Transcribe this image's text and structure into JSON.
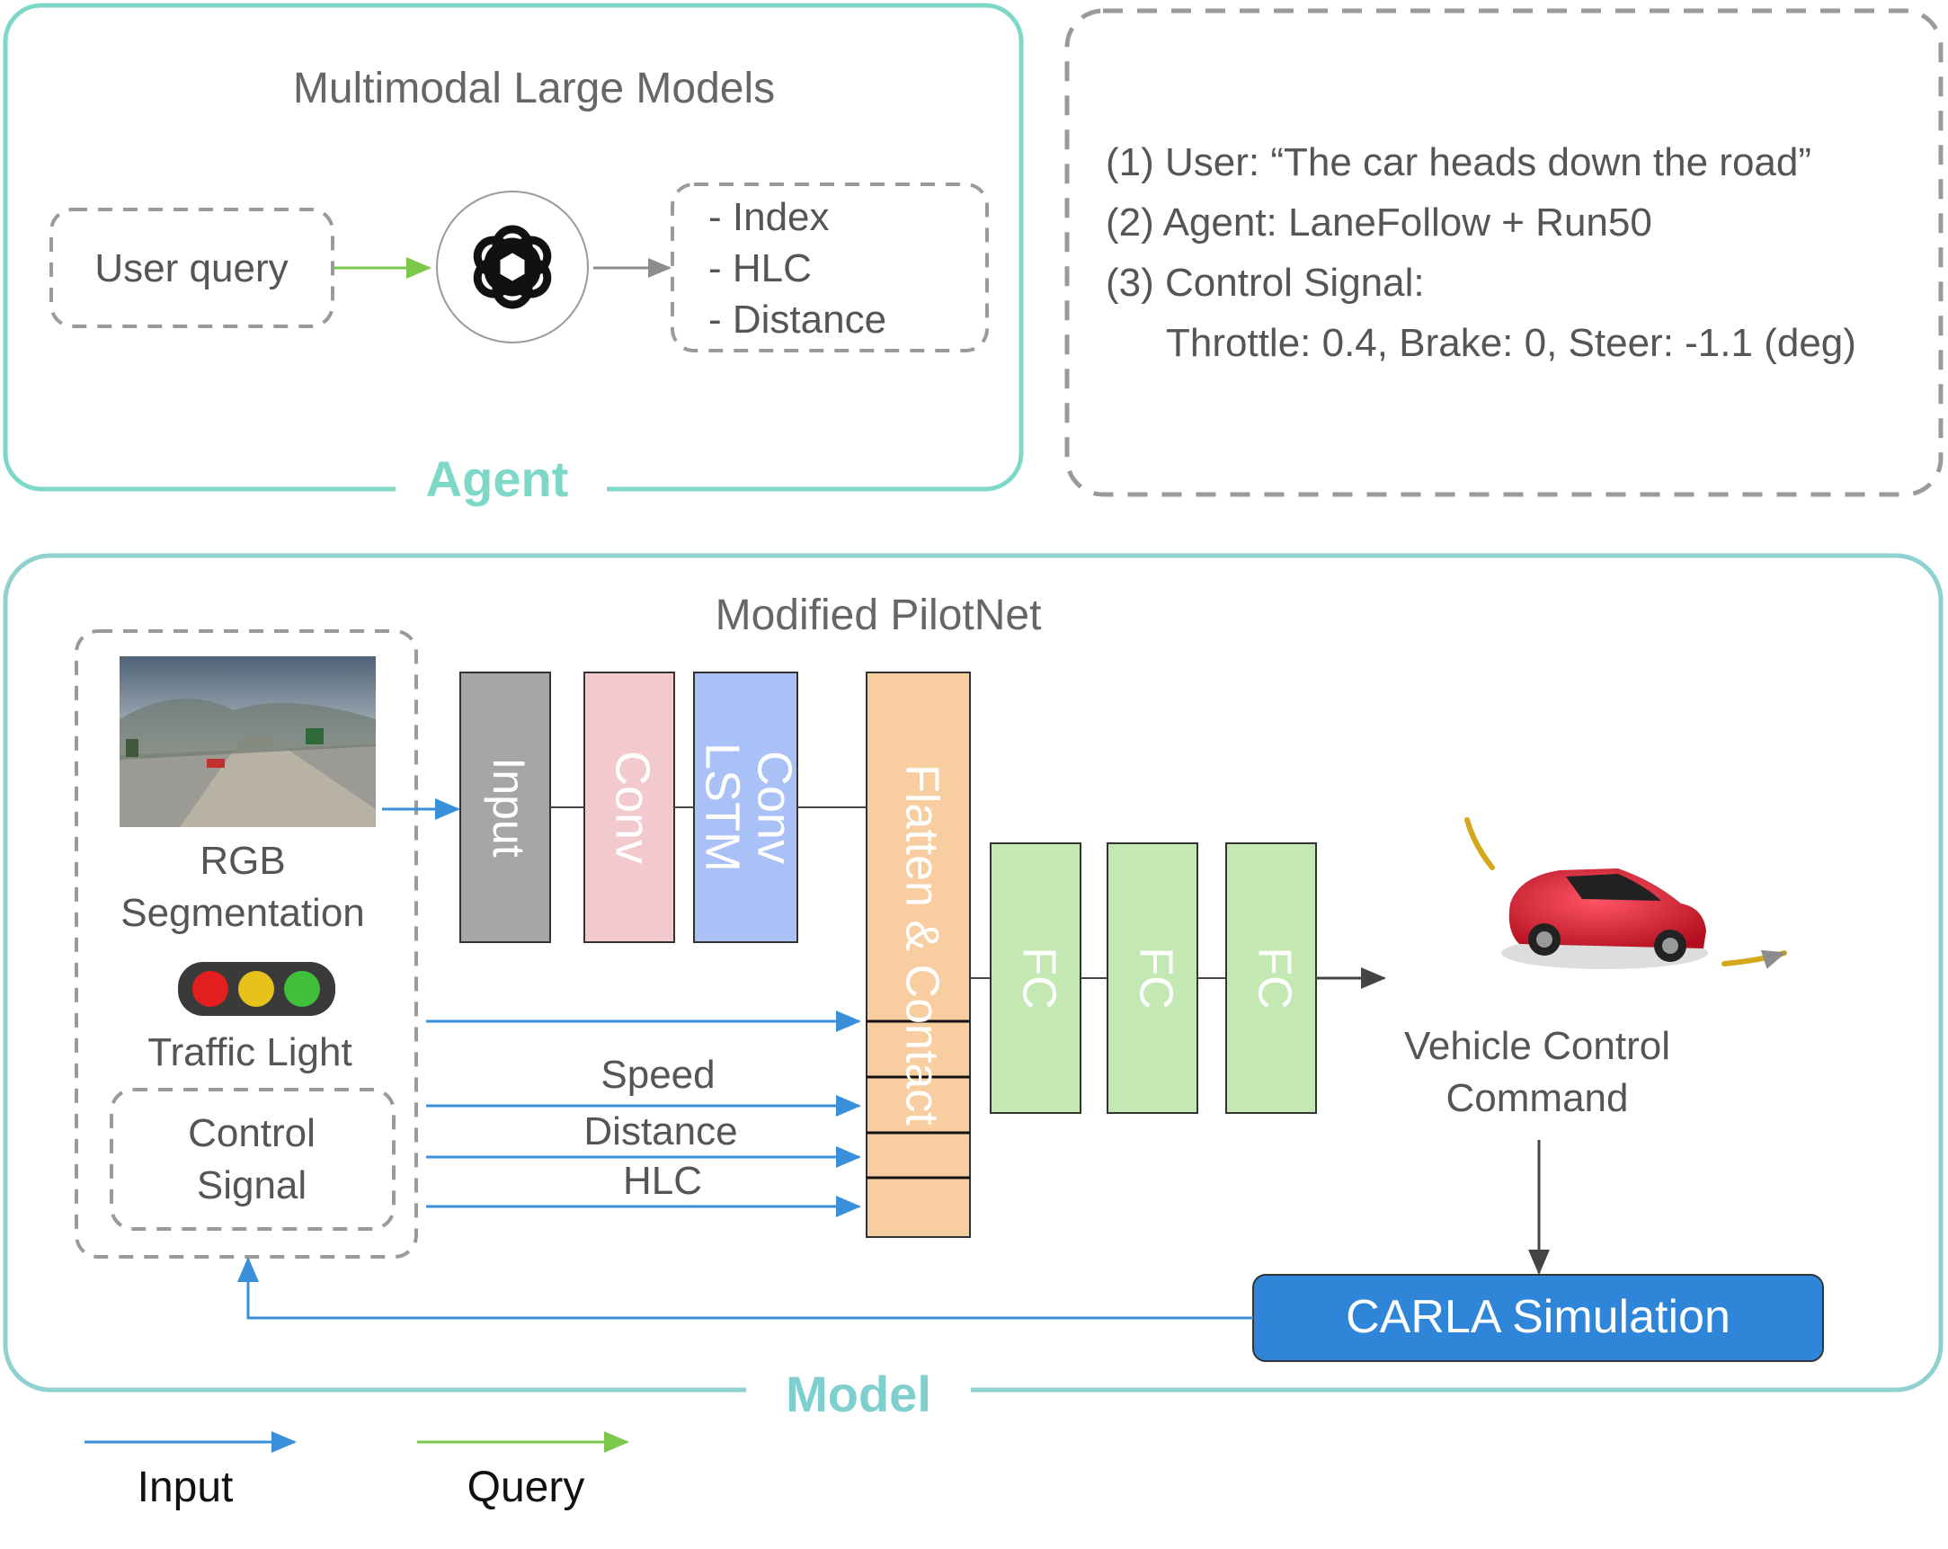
{
  "agent_panel": {
    "label": "Agent",
    "title": "Multimodal Large Models",
    "user_query": "User query",
    "outputs": [
      "- Index",
      "- HLC",
      "- Distance"
    ]
  },
  "example_panel": {
    "lines": [
      "(1) User: “The car heads down the road”",
      "(2) Agent: LaneFollow + Run50",
      "(3) Control Signal:",
      "Throttle: 0.4, Brake: 0, Steer: -1.1 (deg)"
    ]
  },
  "model_panel": {
    "label": "Model",
    "title": "Modified PilotNet",
    "input_group": {
      "rgb": "RGB",
      "segmentation": "Segmentation",
      "traffic_light": "Traffic Light",
      "control_signal_line1": "Control",
      "control_signal_line2": "Signal"
    },
    "layers": {
      "input": "Input",
      "conv": "Conv",
      "conv_lstm_1": "Conv",
      "conv_lstm_2": "LSTM",
      "flatten": "Flatten & Contact",
      "fc1": "FC",
      "fc2": "FC",
      "fc3": "FC"
    },
    "signals": [
      "Speed",
      "Distance",
      "HLC"
    ],
    "output_line1": "Vehicle Control",
    "output_line2": "Command",
    "simulator": "CARLA Simulation"
  },
  "legend": {
    "input": "Input",
    "query": "Query"
  },
  "colors": {
    "agent_border": "#7ed8c8",
    "agent_label": "#7ed8c8",
    "model_border": "#8fd0d0",
    "model_label": "#7fcfcf",
    "dashed": "#9a9a9a",
    "input_layer": "#a6a6a6",
    "conv_layer": "#f2c9cc",
    "lstm_layer": "#a9c1f7",
    "flatten_layer": "#f8cda0",
    "fc_layer": "#c3e8b3",
    "input_arrow": "#3a8fdb",
    "query_arrow": "#7cc84a",
    "carla": "#2f86d9"
  }
}
